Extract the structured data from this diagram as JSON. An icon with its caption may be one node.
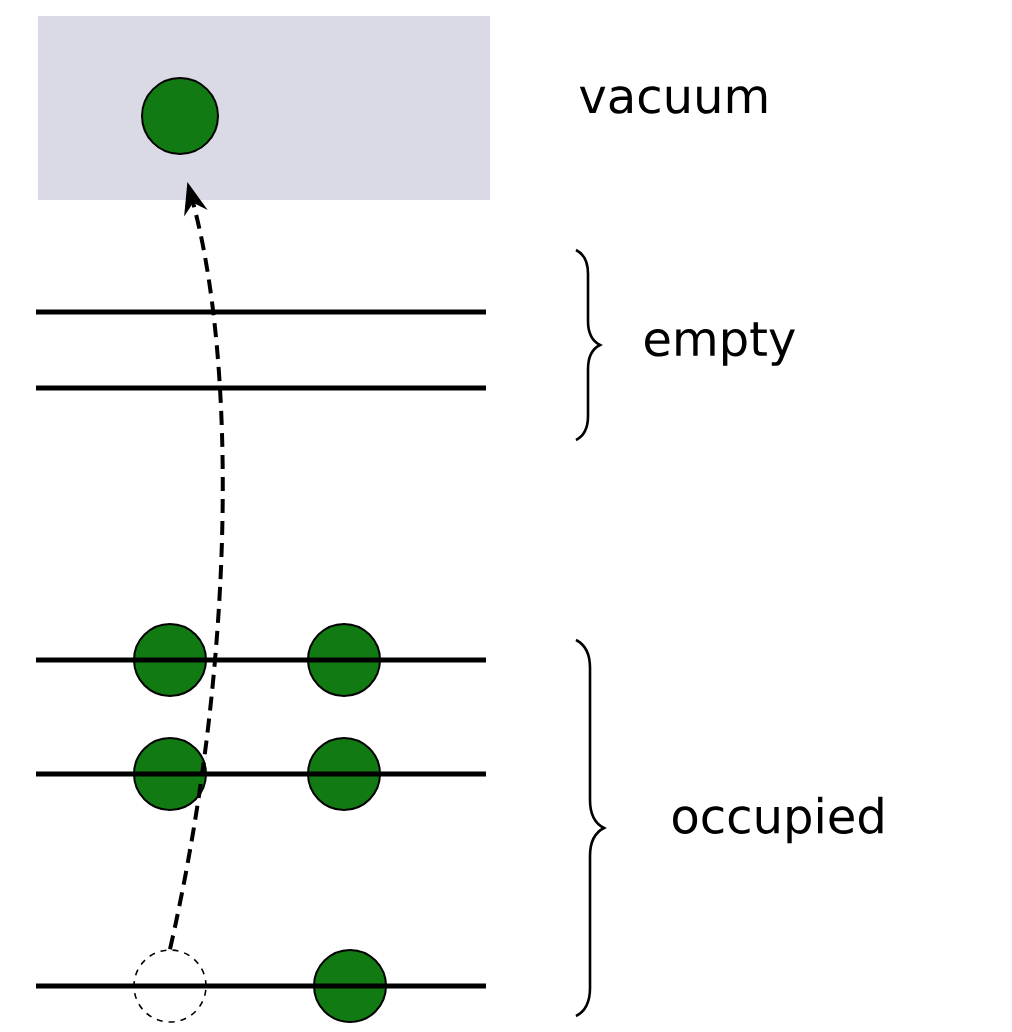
{
  "diagram": {
    "nodes": [
      {
        "text": [],
        "shape": "box",
        "beside": [
          "vacuum"
        ]
      },
      {
        "text": [],
        "shape": "circle",
        "in": 0
      },
      {
        "text": [],
        "shape": "circle"
      },
      {
        "text": [],
        "shape": "circle"
      },
      {
        "text": [],
        "shape": "circle"
      },
      {
        "text": [],
        "shape": "circle"
      },
      {
        "text": [],
        "shape": "circle"
      },
      {
        "text": [],
        "shape": "circle"
      }
    ],
    "edges": [
      {
        "from": 6,
        "to": 1,
        "arrow": "to",
        "style": "dashed"
      }
    ],
    "labels": [
      "empty",
      "occupied"
    ]
  }
}
